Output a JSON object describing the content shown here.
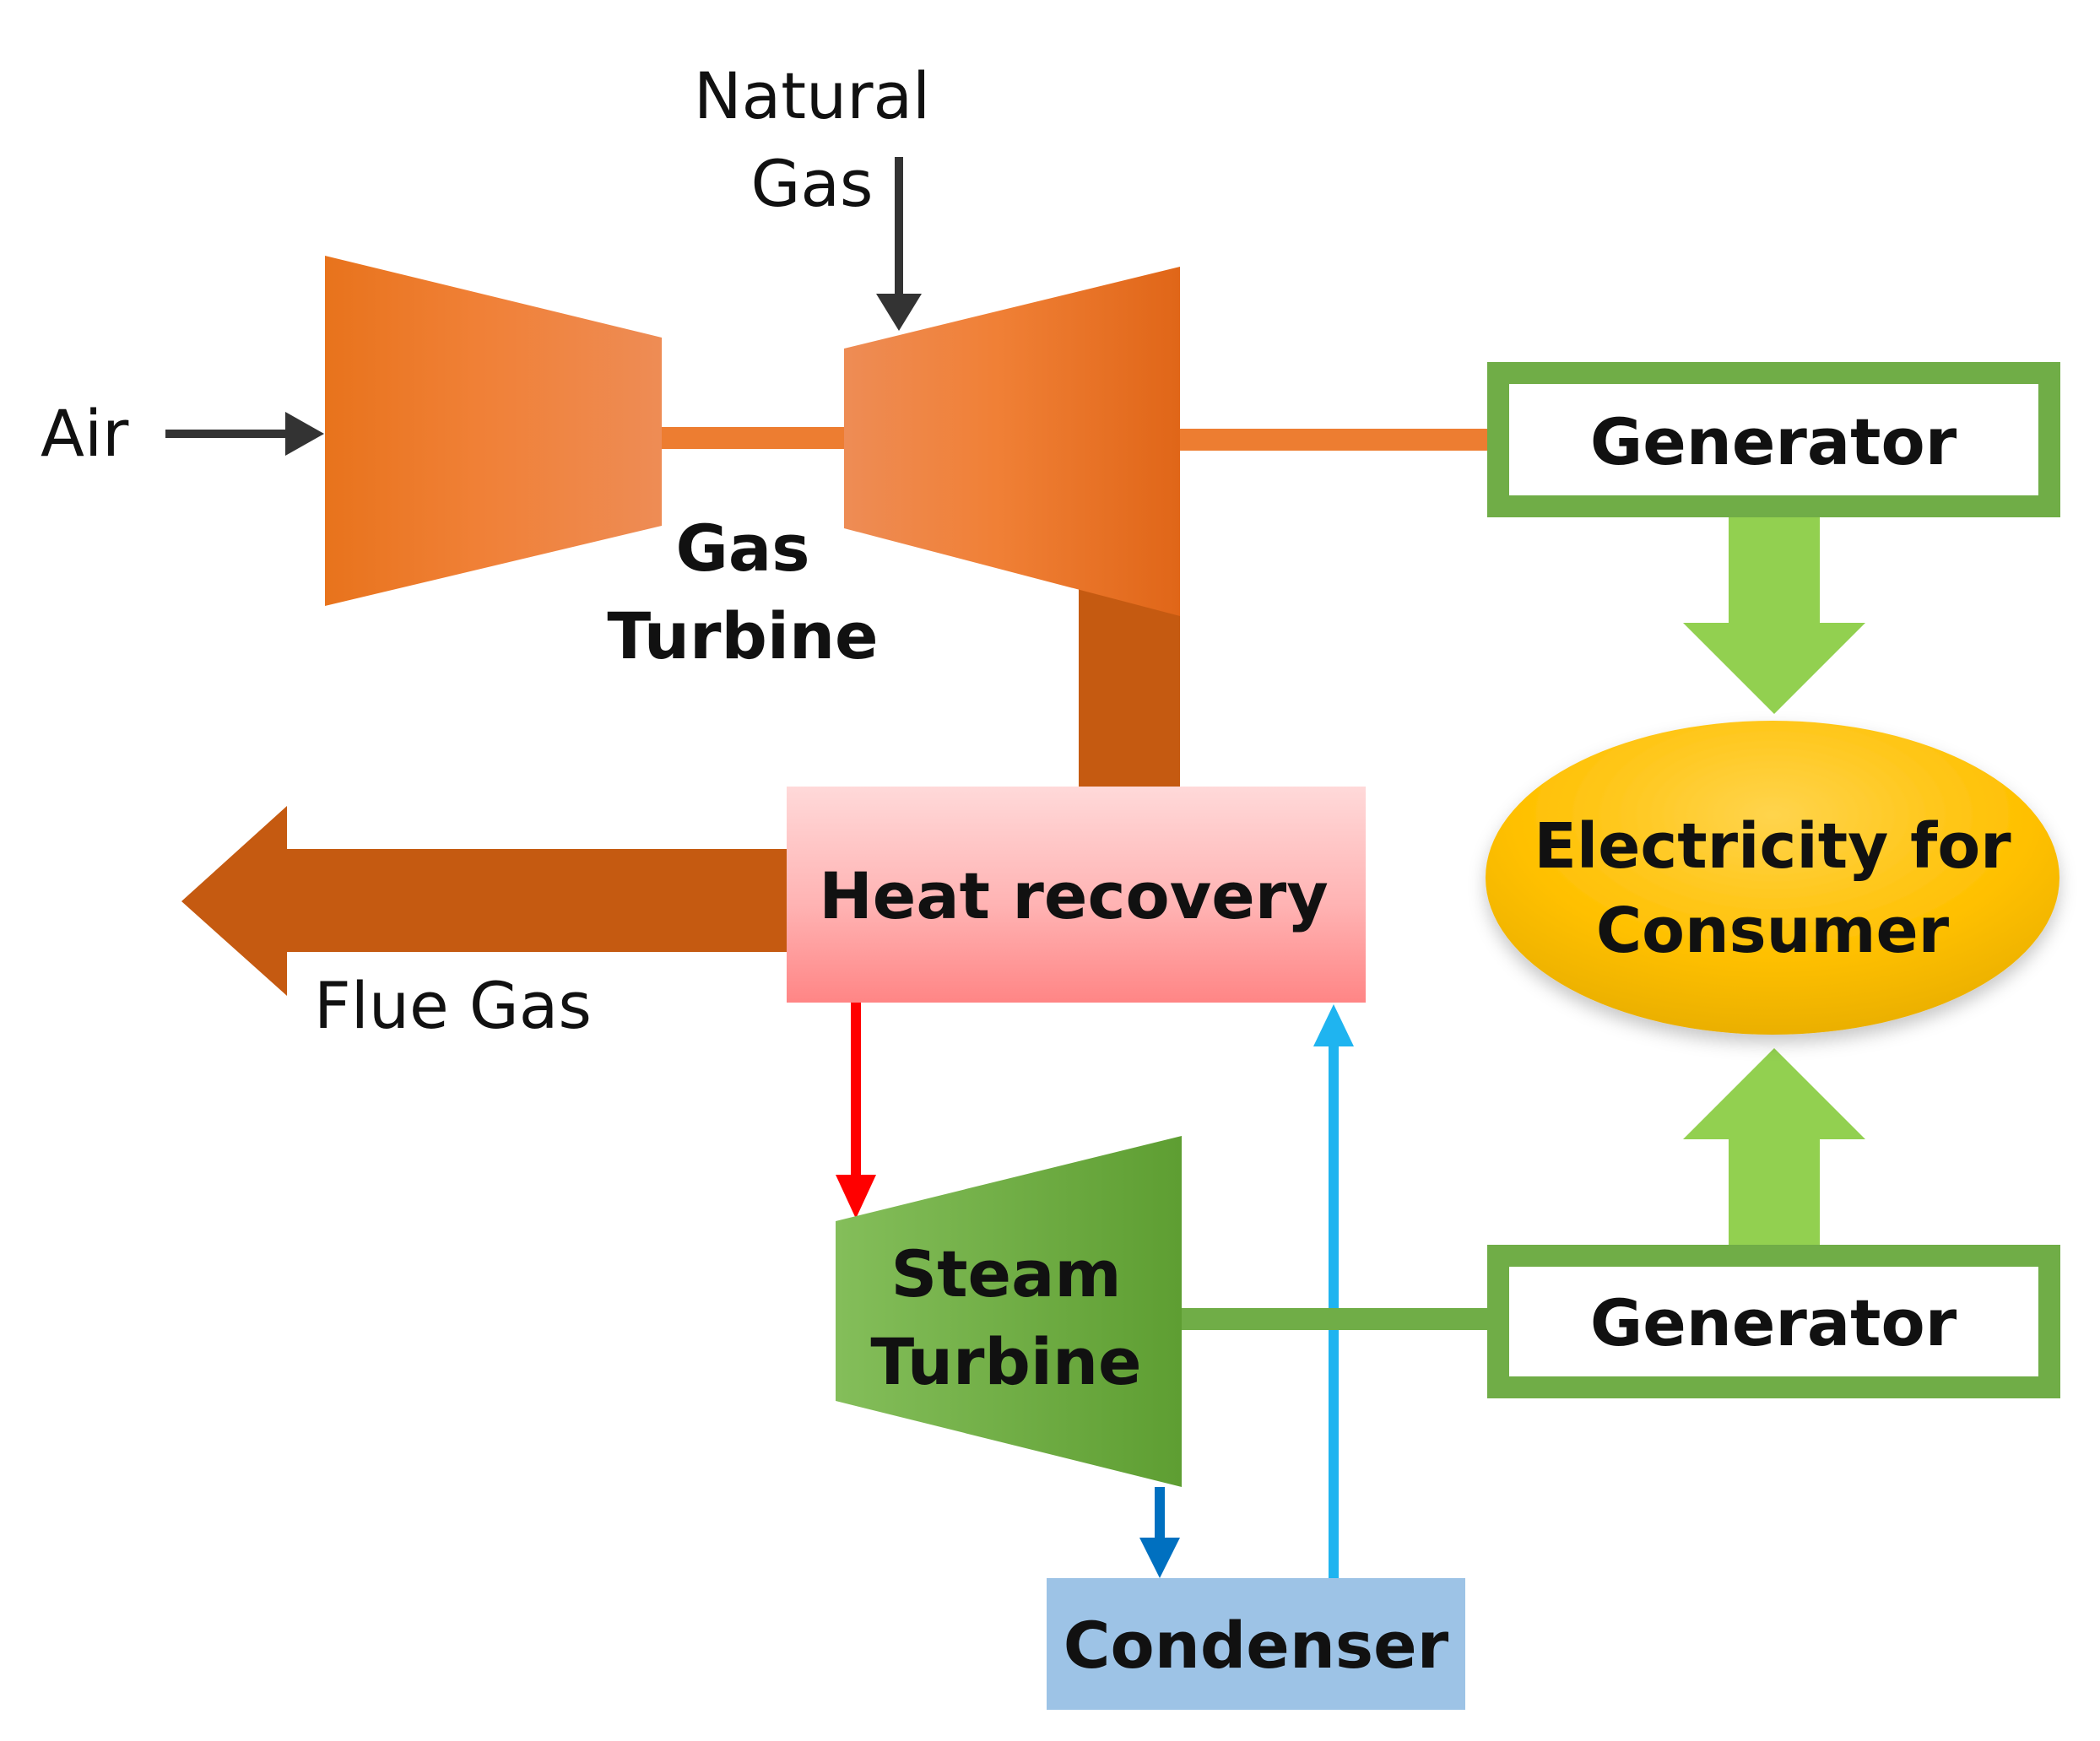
{
  "labels": {
    "natural_gas_line1": "Natural",
    "natural_gas_line2": "Gas",
    "air": "Air",
    "gas_turbine_line1": "Gas",
    "gas_turbine_line2": "Turbine",
    "generator_top": "Generator",
    "generator_bottom": "Generator",
    "electricity_line1": "Electricity for",
    "electricity_line2": "Consumer",
    "heat_recovery": "Heat recovery",
    "flue_gas": "Flue Gas",
    "steam_turbine_line1": "Steam",
    "steam_turbine_line2": "Turbine",
    "condenser": "Condenser"
  },
  "colors": {
    "gas_turbine_orange": "#ED7D31",
    "exhaust_brown": "#C55A11",
    "generator_green": "#70AD47",
    "power_arrow_green": "#92D050",
    "electricity_gold": "#FFC000",
    "heat_recovery_pink": "#FF8C8C",
    "steam_red": "#FF0000",
    "condensate_blue": "#1FB4F0",
    "exhaust_steam_blue": "#0070C0",
    "condenser_blue": "#9DC3E6",
    "arrow_dark": "#333333"
  },
  "icons": {
    "compressor": "compressor-trapezoid-icon",
    "gas_turbine": "turbine-trapezoid-icon",
    "steam_turbine": "steam-turbine-trapezoid-icon"
  }
}
